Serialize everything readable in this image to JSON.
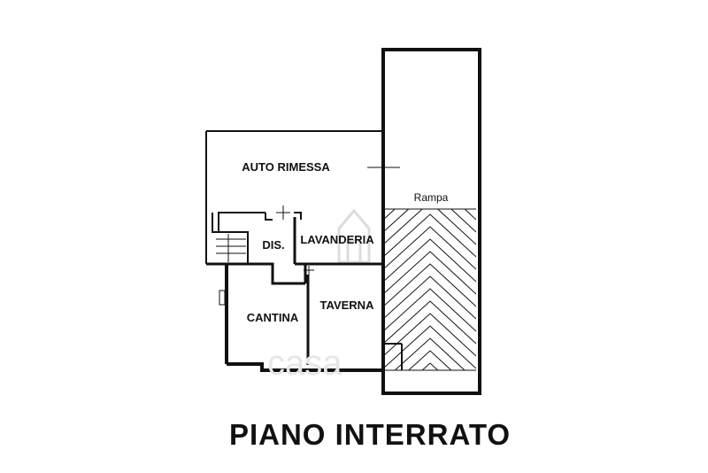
{
  "title": "PIANO INTERRATO",
  "rooms": {
    "auto_rimessa": "AUTO RIMESSA",
    "rampa": "Rampa",
    "dis": "DIS.",
    "lavanderia": "LAVANDERIA",
    "cantina": "CANTINA",
    "taverna": "TAVERNA"
  },
  "watermark": "casa"
}
